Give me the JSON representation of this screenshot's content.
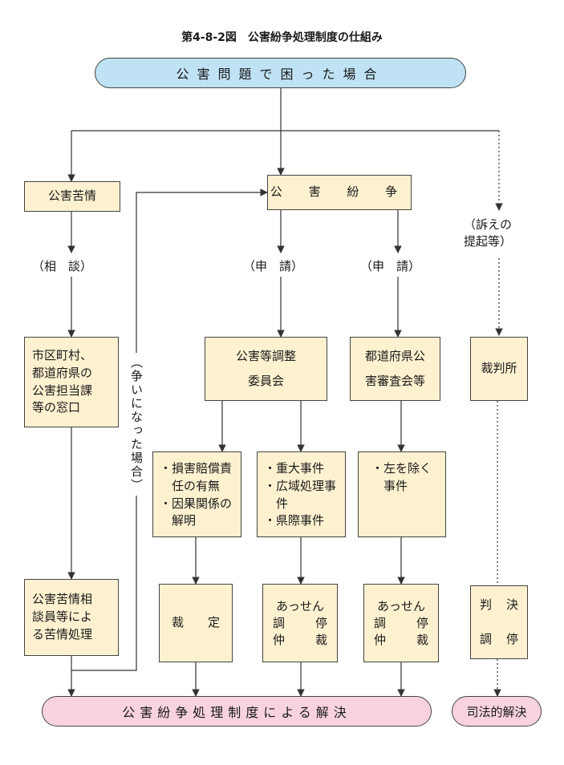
{
  "title": "第4-8-2図　公害紛争処理制度の仕組み",
  "nodes": {
    "top": "公害問題で困った場合",
    "kujo": "公害苦情",
    "funso": "公 害 紛 争",
    "madoguchi": "市区町村、\n都道府県の\n公害担当課\n等の窓口",
    "kouchou": "公害等調整\n委員会",
    "shinsakai": "都道府県公\n害審査会等",
    "saibansho": "裁判所",
    "kouchou_cases": "・損害賠償責\n　任の有無\n・因果関係の\n　解明",
    "juudai_cases": "・重大事件\n・広域処理事\n　件\n・県際事件",
    "hidari_cases": "・左を除く\n　事件",
    "kujo_shori": "公害苦情相\n談員等によ\nる苦情処理",
    "saitei": "裁　　定",
    "assen1": [
      "あっせん",
      "調",
      "停",
      "仲",
      "裁"
    ],
    "assen2": [
      "あっせん",
      "調",
      "停",
      "仲",
      "裁"
    ],
    "hanketsu": [
      "判",
      "決",
      "調",
      "停"
    ],
    "result_main": "公害紛争処理制度による解決",
    "result_judicial": "司法的解決"
  },
  "labels": {
    "soudan": "（相　談）",
    "shinsei1": "（申　請）",
    "shinsei2": "（申　請）",
    "sosho": "（訴えの\n提起等）",
    "arasoi": "（争いになった場合）"
  },
  "colors": {
    "box_fill": "#fdf1d0",
    "top_fill": "#bfe2f4",
    "result_fill": "#f8d3dd",
    "line": "#333333"
  }
}
